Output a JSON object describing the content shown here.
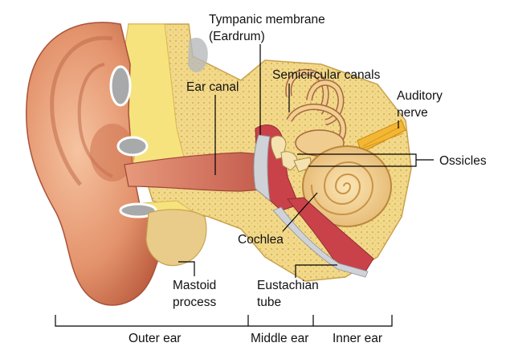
{
  "labels": {
    "tympanic_line1": "Tympanic membrane",
    "tympanic_line2": "(Eardrum)",
    "ear_canal": "Ear canal",
    "semicircular_canals": "Semicircular canals",
    "auditory_line1": "Auditory",
    "auditory_line2": "nerve",
    "ossicles": "Ossicles",
    "cochlea": "Cochlea",
    "mastoid_line1": "Mastoid",
    "mastoid_line2": "process",
    "eustachian_line1": "Eustachian",
    "eustachian_line2": "tube"
  },
  "regions": {
    "outer_ear": "Outer ear",
    "middle_ear": "Middle ear",
    "inner_ear": "Inner ear"
  },
  "colors": {
    "skin": "#e3936c",
    "skin_dark": "#b9593c",
    "skin_light": "#f3b894",
    "bone": "#f2d98a",
    "bone_dark": "#d8b457",
    "fat": "#f6e27a",
    "canal": "#c9524a",
    "cochlea": "#eec98a",
    "nerve": "#f3b733",
    "membrane": "#cfd3d8"
  }
}
